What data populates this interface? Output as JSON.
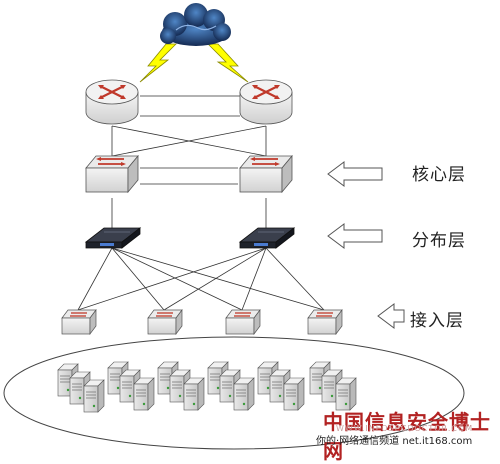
{
  "layers": {
    "core": "核心层",
    "distribution": "分布层",
    "access": "接入层"
  },
  "watermark": {
    "main": "中国信息安全博士网",
    "sub": "WWW.INFOSECDOCTOR.COM",
    "site": "你的·网络通信频道 net.it168.com"
  },
  "colors": {
    "cloud": "#1f4e8c",
    "lightning": "#ffff00",
    "device_face": "#f0f0f0",
    "device_top": "#e6e6e6",
    "arrow_red": "#c0392b",
    "dark_switch": "#2b2f3a",
    "cluster_ellipse": "#444444"
  },
  "icons": {
    "cloud": "cloud-icon",
    "router": "router-icon",
    "core_switch": "core-switch-icon",
    "distribution_switch": "distribution-switch-icon",
    "access_switch": "access-switch-icon",
    "server": "server-icon",
    "arrow": "left-arrow-icon"
  }
}
